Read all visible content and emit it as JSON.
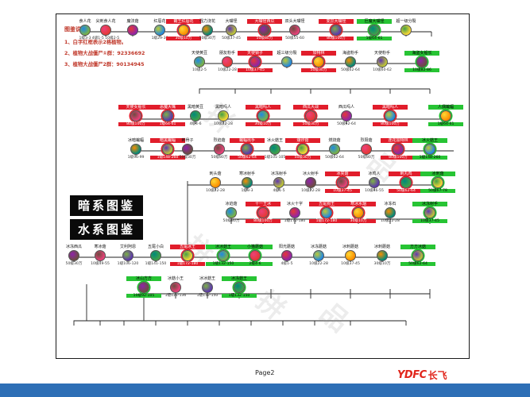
{
  "legend": {
    "title": "图鉴说明：",
    "lines": [
      "1、白字红框表示2格植物。",
      "2、植物大战僵尸①群：92336692",
      "3、植物大战僵尸2群：90134945"
    ]
  },
  "banners": [
    [
      "暗系",
      "图鉴"
    ],
    [
      "水系",
      "图鉴"
    ]
  ],
  "watermarks": [
    "拼",
    "拼",
    "拼",
    "品",
    "品"
  ],
  "colors": {
    "node_palette": [
      "#7cb342",
      "#e53935",
      "#8e24aa",
      "#1e88e5",
      "#fb8c00",
      "#00897b",
      "#c0ca33",
      "#6d4c41",
      "#ec407a",
      "#5e35b1",
      "#43a047",
      "#fdd835"
    ]
  },
  "nodes": [
    {
      "name": "食人花",
      "price": "1级3-3"
    },
    {
      "name": "尖刺食人花",
      "price": "4级1-5 10级2-5"
    },
    {
      "name": "魔法菇",
      "price": ""
    },
    {
      "name": "红唇花",
      "price": "1级29-36"
    },
    {
      "name": "霸王红唇花",
      "price": "30级10万"
    },
    {
      "name": "强力浇花",
      "price": "50级30万"
    },
    {
      "name": "大嘴怪",
      "price": "50级37-45"
    },
    {
      "name": "大嘴怪西瓜",
      "price": "50级80万"
    },
    {
      "name": "双头大嘴怪",
      "price": "50级55-60"
    },
    {
      "name": "变异大嘴怪",
      "price": "80级100万"
    },
    {
      "name": "巨魔大嘴怪",
      "price": "1级64-61"
    },
    {
      "name": "超一级分裂",
      "price": ""
    },
    {
      "name": "天使黄豆",
      "price": "10级2-5"
    },
    {
      "name": "朋友粉手",
      "price": "10级22-28"
    },
    {
      "name": "天使锁子",
      "price": "10级37-45"
    },
    {
      "name": "超三级分裂",
      "price": ""
    },
    {
      "name": "加特林",
      "price": "50级30万"
    },
    {
      "name": "海盗粉手",
      "price": "50级62-64"
    },
    {
      "name": "天使粉手",
      "price": "10级60-62"
    },
    {
      "name": "海盗女船长",
      "price": "10级82-86"
    },
    {
      "name": "天使女船长",
      "price": "80级100万"
    },
    {
      "name": "恶魔大嘴",
      "price": "1级64-61"
    },
    {
      "name": "黑暗黄豆",
      "price": "4级4-6"
    },
    {
      "name": "黑暗吗人",
      "price": "10级22-28"
    },
    {
      "name": "黑暗吗人",
      "price": "30级10万"
    },
    {
      "name": "西瓜大战",
      "price": "50级30万"
    },
    {
      "name": "西瓜吗人",
      "price": "50级62-64"
    },
    {
      "name": "黑暗吗人",
      "price": "80级100万"
    },
    {
      "name": "人偶蝙蝠",
      "price": "1级64-61"
    },
    {
      "name": "冰暗蝙蝠",
      "price": "1级96-99"
    },
    {
      "name": "暗黑蝙蝠",
      "price": "1级148-260"
    },
    {
      "name": "剌骨子",
      "price": "50级30万"
    },
    {
      "name": "烈焰菇",
      "price": "50级80万"
    },
    {
      "name": "蝙蝠出手",
      "price": "50级62-64"
    },
    {
      "name": "冰火菇王",
      "price": "1级101-105"
    },
    {
      "name": "爆炸菇",
      "price": "50级30万"
    },
    {
      "name": "燃烧菇",
      "price": "50级62-64"
    },
    {
      "name": "烈阳菇",
      "price": "50级80万"
    },
    {
      "name": "连花加特林",
      "price": "80级100万"
    },
    {
      "name": "冰火菇王",
      "price": "1级148-260"
    },
    {
      "name": "刺头菇",
      "price": "10级22-28"
    },
    {
      "name": "寒冰射手",
      "price": "1级3-3"
    },
    {
      "name": "冰冻射手",
      "price": "4级1-5"
    },
    {
      "name": "冰火射手",
      "price": "10级22-28"
    },
    {
      "name": "冰夹菇",
      "price": "10级37-45"
    },
    {
      "name": "冰鸡人",
      "price": "10级46-55"
    },
    {
      "name": "剌丸鸡",
      "price": "50级62-64"
    },
    {
      "name": "冰刺菇",
      "price": "50级67-78"
    },
    {
      "name": "冰焰菇",
      "price": "50级80万"
    },
    {
      "name": "十一王冰",
      "price": "80级100万"
    },
    {
      "name": "冰火十字",
      "price": "1级172-180"
    },
    {
      "name": "五尾狗王",
      "price": "1级172-180"
    },
    {
      "name": "寒冰水烟",
      "price": "30级10万"
    },
    {
      "name": "冰冻石",
      "price": "10级22-28"
    },
    {
      "name": "冰冻射手",
      "price": "10级37-45"
    },
    {
      "name": "冰冻西瓜",
      "price": "50级30万"
    },
    {
      "name": "寒冰菇",
      "price": "10级49-55"
    },
    {
      "name": "艾利阿恩",
      "price": "1级106-120"
    },
    {
      "name": "五尾小白",
      "price": "1级141-150"
    },
    {
      "name": "五尾冰王",
      "price": "1级172-180"
    },
    {
      "name": "冰冰菇王",
      "price": "1级132-150"
    },
    {
      "name": "小猫蘑菇",
      "price": "2级4-6"
    },
    {
      "name": "阳光蘑菇",
      "price": "4级1-5"
    },
    {
      "name": "冰冻蘑菇",
      "price": "10级22-28"
    },
    {
      "name": "冰刺蘑菇",
      "price": "10级37-45"
    },
    {
      "name": "冰刺蘑菇",
      "price": "30级10万"
    },
    {
      "name": "方方冰菇",
      "price": "50级62-64"
    },
    {
      "name": "冰山方方",
      "price": "10级92-105"
    },
    {
      "name": "冰菇小王",
      "price": "1级121-136"
    },
    {
      "name": "冰冰菇王",
      "price": "1级132-150"
    },
    {
      "name": "冰冻菇王",
      "price": "1级132-150"
    }
  ],
  "footer": {
    "page": "Page2",
    "logo_text": "YDFC",
    "logo_cn": "长飞"
  }
}
